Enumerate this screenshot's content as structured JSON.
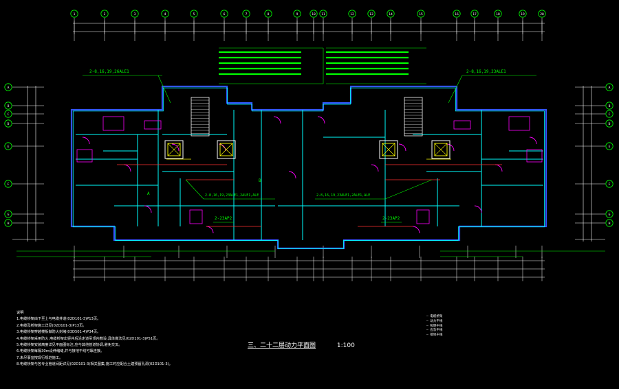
{
  "drawing": {
    "title": "三、二十二层动力平面图",
    "scale": "1:100",
    "colors": {
      "background": "#000000",
      "wall": "#00ffff",
      "wall_outline": "#3355ff",
      "door": "#ff00ff",
      "dimension": "#ffffff",
      "annotation": "#00ff00",
      "grid_bubble": "#00ff00",
      "equipment": "#ffff00",
      "red_line": "#ff3030"
    }
  },
  "grid_top": [
    "1",
    "2",
    "3",
    "4",
    "5",
    "6",
    "7",
    "8",
    "9",
    "10",
    "11",
    "12",
    "13",
    "14",
    "15",
    "16",
    "17",
    "18",
    "19",
    "20"
  ],
  "grid_left": [
    "A",
    "B",
    "C",
    "D",
    "E",
    "F",
    "G",
    "H"
  ],
  "grid_right": [
    "A",
    "B",
    "C",
    "D",
    "E",
    "F",
    "G",
    "H"
  ],
  "annotations": {
    "feeder_left": "2-8,16,19,26ALE1",
    "feeder_right": "2-8,16,19,23ALE1",
    "mid_left": "2-8,16,19,23ALE1,2ALE1,ALE",
    "mid_right": "2-8,16,19,23ALE1,2ALE1,ALE",
    "box_left": "2-23AP2",
    "box_right": "2-23AP2",
    "unit_a": "A",
    "unit_b": "B"
  },
  "notes": {
    "heading": "说明",
    "items": [
      "1.电缆桥架由下至上与电缆井道(02D101-3)P13页。",
      "2.电缆及桥架施工详见(02D101-3)P13页。",
      "3.电缆桥架穿越楼板做防火封堵(03D501-4)P34页。",
      "4.电缆桥架采用防火,电缆桥架出竖井后沿走道吊顶内敷设,具体做法见(02D101-3)P51页。",
      "5.电缆桥架安装高度详见平面图标注,应与其他管道协调,避免交叉。",
      "6.电缆桥架每隔30m设伸缩缝,并与接地干线可靠连接。",
      "7.未尽事宜按现行规范施工。",
      "8.电缆桥架与各专业管道间距详见(02D101-3)相关图集,施工时应配合土建预留孔洞(02D101-3)。"
    ]
  },
  "legend": {
    "items": [
      "— 电缆桥架",
      "— 动力干线",
      "— 照明干线",
      "— 应急干线",
      "— 接地干线"
    ]
  }
}
